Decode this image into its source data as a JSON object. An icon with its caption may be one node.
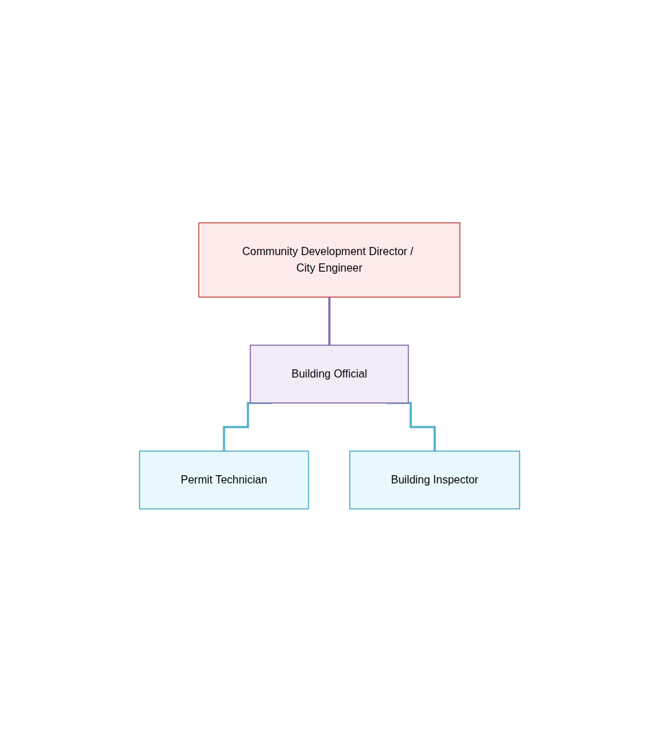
{
  "diagram": {
    "nodes": [
      {
        "text": [
          "Community Development Director / City Engineer"
        ]
      },
      {
        "text": [
          "Building Official"
        ]
      },
      {
        "text": [
          "Permit Technician"
        ]
      },
      {
        "text": [
          "Building Inspector"
        ]
      }
    ],
    "edges": [
      {
        "from": 0,
        "to": 1,
        "arrow": "none",
        "color": "#8064a2"
      },
      {
        "from": 1,
        "to": 2,
        "arrow": "none"
      },
      {
        "from": 1,
        "to": 3,
        "arrow": "none"
      }
    ]
  }
}
